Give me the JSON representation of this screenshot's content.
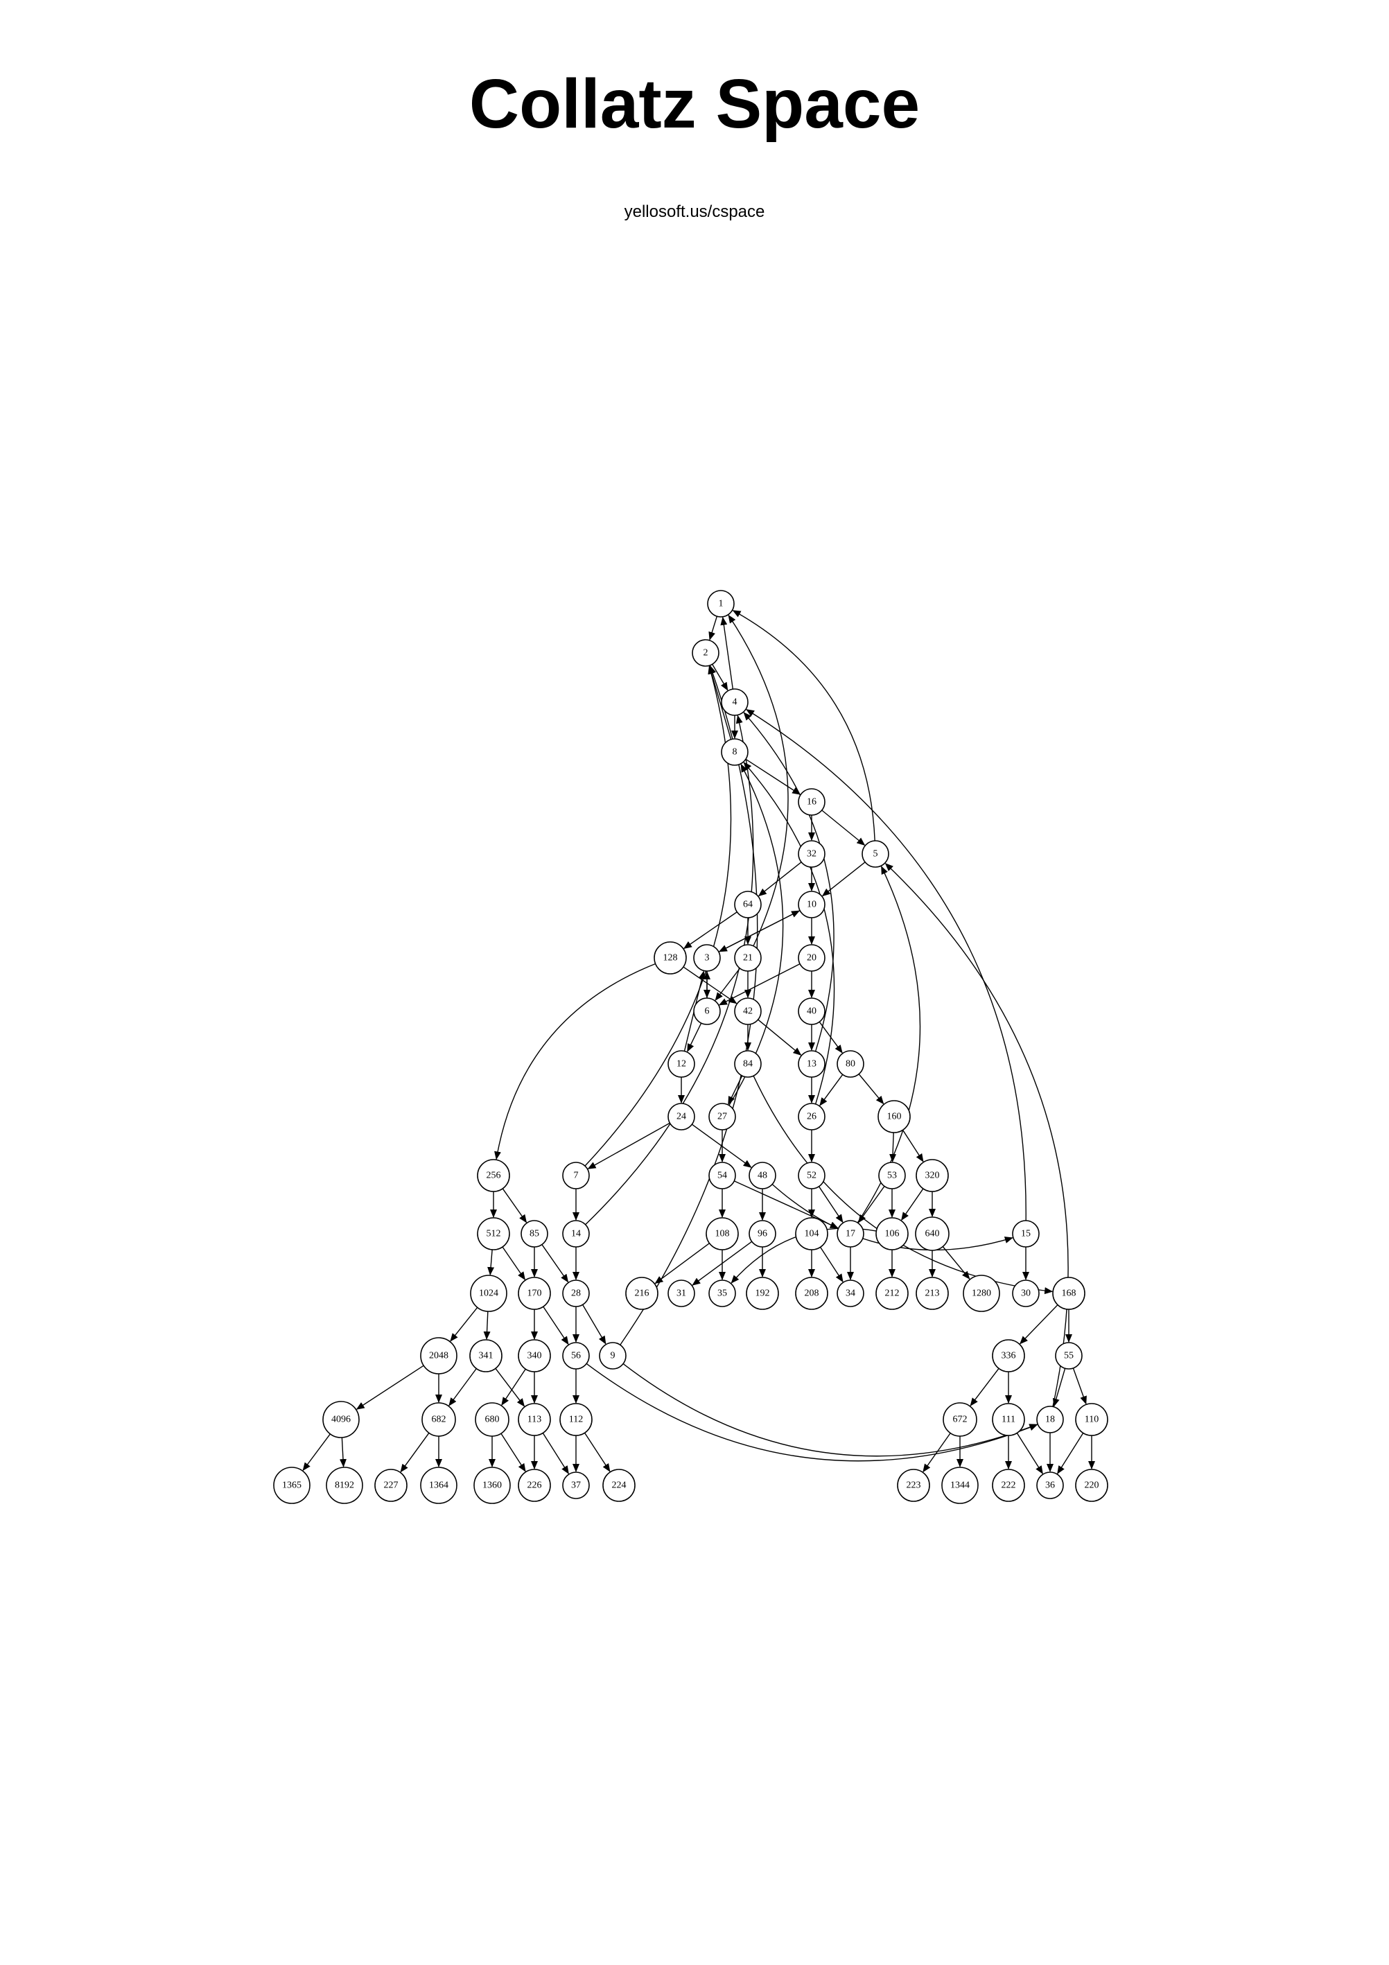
{
  "title": "Collatz Space",
  "subtitle": "yellosoft.us/cspace",
  "graph": {
    "nodes": [
      {
        "id": "1",
        "label": "1"
      },
      {
        "id": "2",
        "label": "2"
      },
      {
        "id": "4",
        "label": "4"
      },
      {
        "id": "8",
        "label": "8"
      },
      {
        "id": "16",
        "label": "16"
      },
      {
        "id": "32",
        "label": "32"
      },
      {
        "id": "5",
        "label": "5"
      },
      {
        "id": "64",
        "label": "64"
      },
      {
        "id": "10",
        "label": "10"
      },
      {
        "id": "128",
        "label": "128"
      },
      {
        "id": "3",
        "label": "3"
      },
      {
        "id": "21",
        "label": "21"
      },
      {
        "id": "20",
        "label": "20"
      },
      {
        "id": "6",
        "label": "6"
      },
      {
        "id": "42",
        "label": "42"
      },
      {
        "id": "40",
        "label": "40"
      },
      {
        "id": "12",
        "label": "12"
      },
      {
        "id": "84",
        "label": "84"
      },
      {
        "id": "13",
        "label": "13"
      },
      {
        "id": "80",
        "label": "80"
      },
      {
        "id": "24",
        "label": "24"
      },
      {
        "id": "27",
        "label": "27"
      },
      {
        "id": "26",
        "label": "26"
      },
      {
        "id": "160",
        "label": "160"
      },
      {
        "id": "256",
        "label": "256"
      },
      {
        "id": "7",
        "label": "7"
      },
      {
        "id": "54",
        "label": "54"
      },
      {
        "id": "48",
        "label": "48"
      },
      {
        "id": "52",
        "label": "52"
      },
      {
        "id": "53",
        "label": "53"
      },
      {
        "id": "320",
        "label": "320"
      },
      {
        "id": "512",
        "label": "512"
      },
      {
        "id": "85",
        "label": "85"
      },
      {
        "id": "14",
        "label": "14"
      },
      {
        "id": "108",
        "label": "108"
      },
      {
        "id": "96",
        "label": "96"
      },
      {
        "id": "104",
        "label": "104"
      },
      {
        "id": "17",
        "label": "17"
      },
      {
        "id": "106",
        "label": "106"
      },
      {
        "id": "640",
        "label": "640"
      },
      {
        "id": "15",
        "label": "15"
      },
      {
        "id": "1024",
        "label": "1024"
      },
      {
        "id": "170",
        "label": "170"
      },
      {
        "id": "28",
        "label": "28"
      },
      {
        "id": "216",
        "label": "216"
      },
      {
        "id": "31",
        "label": "31"
      },
      {
        "id": "35",
        "label": "35"
      },
      {
        "id": "192",
        "label": "192"
      },
      {
        "id": "208",
        "label": "208"
      },
      {
        "id": "34",
        "label": "34"
      },
      {
        "id": "212",
        "label": "212"
      },
      {
        "id": "213",
        "label": "213"
      },
      {
        "id": "1280",
        "label": "1280"
      },
      {
        "id": "30",
        "label": "30"
      },
      {
        "id": "168",
        "label": "168"
      },
      {
        "id": "2048",
        "label": "2048"
      },
      {
        "id": "341",
        "label": "341"
      },
      {
        "id": "340",
        "label": "340"
      },
      {
        "id": "56",
        "label": "56"
      },
      {
        "id": "9",
        "label": "9"
      },
      {
        "id": "336",
        "label": "336"
      },
      {
        "id": "55",
        "label": "55"
      },
      {
        "id": "4096",
        "label": "4096"
      },
      {
        "id": "682",
        "label": "682"
      },
      {
        "id": "680",
        "label": "680"
      },
      {
        "id": "113",
        "label": "113"
      },
      {
        "id": "112",
        "label": "112"
      },
      {
        "id": "672",
        "label": "672"
      },
      {
        "id": "111",
        "label": "111"
      },
      {
        "id": "18",
        "label": "18"
      },
      {
        "id": "110",
        "label": "110"
      },
      {
        "id": "1365",
        "label": "1365"
      },
      {
        "id": "8192",
        "label": "8192"
      },
      {
        "id": "227",
        "label": "227"
      },
      {
        "id": "1364",
        "label": "1364"
      },
      {
        "id": "1360",
        "label": "1360"
      },
      {
        "id": "226",
        "label": "226"
      },
      {
        "id": "37",
        "label": "37"
      },
      {
        "id": "224",
        "label": "224"
      },
      {
        "id": "223",
        "label": "223"
      },
      {
        "id": "1344",
        "label": "1344"
      },
      {
        "id": "222",
        "label": "222"
      },
      {
        "id": "36",
        "label": "36"
      },
      {
        "id": "220",
        "label": "220"
      }
    ],
    "edges": [
      [
        "1",
        "2"
      ],
      [
        "2",
        "4"
      ],
      [
        "4",
        "1"
      ],
      [
        "4",
        "8"
      ],
      [
        "8",
        "2"
      ],
      [
        "8",
        "16"
      ],
      [
        "16",
        "32"
      ],
      [
        "16",
        "5"
      ],
      [
        "5",
        "1"
      ],
      [
        "5",
        "10"
      ],
      [
        "32",
        "64"
      ],
      [
        "32",
        "10"
      ],
      [
        "10",
        "3"
      ],
      [
        "10",
        "20"
      ],
      [
        "64",
        "128"
      ],
      [
        "64",
        "21"
      ],
      [
        "21",
        "1"
      ],
      [
        "21",
        "42"
      ],
      [
        "21",
        "6"
      ],
      [
        "3",
        "6"
      ],
      [
        "3",
        "10"
      ],
      [
        "20",
        "6"
      ],
      [
        "20",
        "40"
      ],
      [
        "128",
        "256"
      ],
      [
        "128",
        "42"
      ],
      [
        "6",
        "12"
      ],
      [
        "6",
        "3"
      ],
      [
        "12",
        "24"
      ],
      [
        "12",
        "3"
      ],
      [
        "42",
        "84"
      ],
      [
        "42",
        "13"
      ],
      [
        "40",
        "13"
      ],
      [
        "40",
        "80"
      ],
      [
        "13",
        "4"
      ],
      [
        "13",
        "26"
      ],
      [
        "84",
        "27"
      ],
      [
        "84",
        "168"
      ],
      [
        "80",
        "26"
      ],
      [
        "80",
        "160"
      ],
      [
        "24",
        "48"
      ],
      [
        "24",
        "7"
      ],
      [
        "27",
        "54"
      ],
      [
        "27",
        "8"
      ],
      [
        "26",
        "52"
      ],
      [
        "26",
        "8"
      ],
      [
        "160",
        "53"
      ],
      [
        "160",
        "320"
      ],
      [
        "256",
        "512"
      ],
      [
        "256",
        "85"
      ],
      [
        "7",
        "14"
      ],
      [
        "7",
        "2"
      ],
      [
        "54",
        "108"
      ],
      [
        "54",
        "17"
      ],
      [
        "48",
        "96"
      ],
      [
        "48",
        "15"
      ],
      [
        "52",
        "104"
      ],
      [
        "52",
        "17"
      ],
      [
        "53",
        "106"
      ],
      [
        "53",
        "17"
      ],
      [
        "320",
        "640"
      ],
      [
        "320",
        "106"
      ],
      [
        "512",
        "1024"
      ],
      [
        "512",
        "170"
      ],
      [
        "85",
        "28"
      ],
      [
        "85",
        "170"
      ],
      [
        "14",
        "28"
      ],
      [
        "14",
        "4"
      ],
      [
        "108",
        "216"
      ],
      [
        "108",
        "35"
      ],
      [
        "96",
        "192"
      ],
      [
        "96",
        "31"
      ],
      [
        "104",
        "208"
      ],
      [
        "104",
        "34"
      ],
      [
        "17",
        "34"
      ],
      [
        "17",
        "5"
      ],
      [
        "106",
        "212"
      ],
      [
        "106",
        "35"
      ],
      [
        "640",
        "1280"
      ],
      [
        "640",
        "213"
      ],
      [
        "15",
        "30"
      ],
      [
        "15",
        "4"
      ],
      [
        "168",
        "336"
      ],
      [
        "168",
        "55"
      ],
      [
        "1024",
        "2048"
      ],
      [
        "1024",
        "341"
      ],
      [
        "170",
        "340"
      ],
      [
        "170",
        "56"
      ],
      [
        "28",
        "56"
      ],
      [
        "28",
        "9"
      ],
      [
        "9",
        "2"
      ],
      [
        "9",
        "18"
      ],
      [
        "2048",
        "4096"
      ],
      [
        "2048",
        "682"
      ],
      [
        "341",
        "682"
      ],
      [
        "341",
        "113"
      ],
      [
        "340",
        "680"
      ],
      [
        "340",
        "113"
      ],
      [
        "56",
        "112"
      ],
      [
        "56",
        "18"
      ],
      [
        "336",
        "672"
      ],
      [
        "336",
        "111"
      ],
      [
        "55",
        "110"
      ],
      [
        "55",
        "18"
      ],
      [
        "4096",
        "8192"
      ],
      [
        "4096",
        "1365"
      ],
      [
        "682",
        "1364"
      ],
      [
        "682",
        "227"
      ],
      [
        "680",
        "1360"
      ],
      [
        "680",
        "226"
      ],
      [
        "113",
        "226"
      ],
      [
        "113",
        "37"
      ],
      [
        "112",
        "224"
      ],
      [
        "112",
        "37"
      ],
      [
        "672",
        "1344"
      ],
      [
        "672",
        "223"
      ],
      [
        "111",
        "222"
      ],
      [
        "111",
        "36"
      ],
      [
        "18",
        "36"
      ],
      [
        "110",
        "220"
      ],
      [
        "110",
        "36"
      ],
      [
        "18",
        "5"
      ]
    ]
  }
}
